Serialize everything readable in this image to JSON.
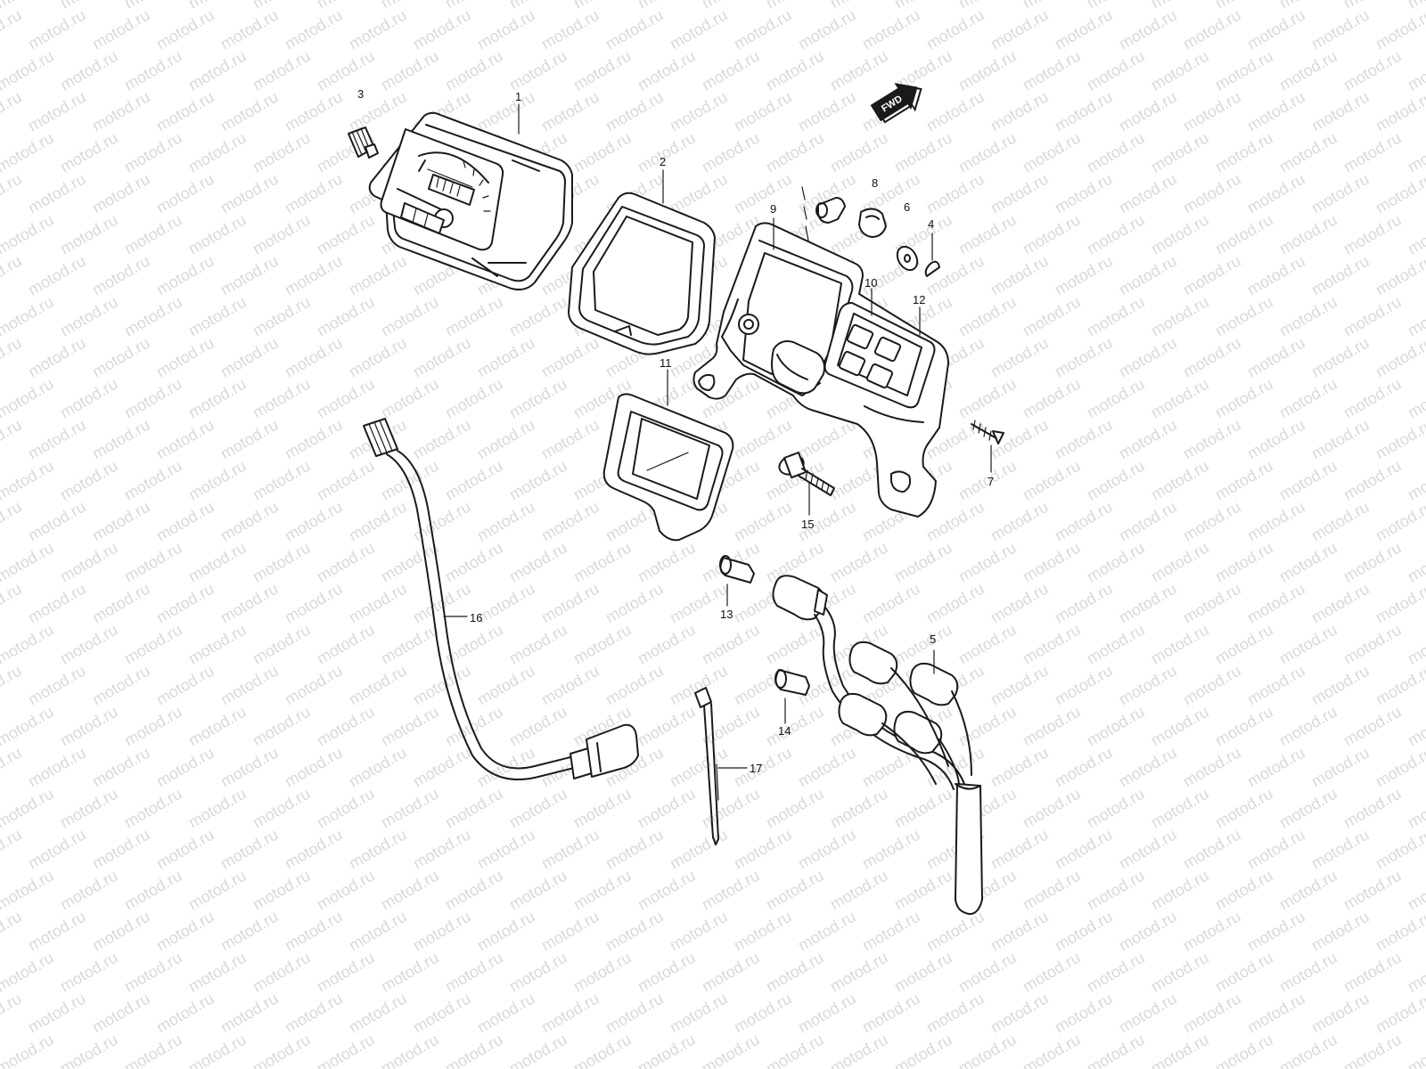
{
  "watermark": {
    "text": "motod.ru",
    "color": "#d9d9d9"
  },
  "direction_badge": {
    "text": "FWD"
  },
  "callouts": [
    {
      "id": "1",
      "text": "1",
      "part": "speedometer-assembly"
    },
    {
      "id": "2",
      "text": "2",
      "part": "meter-cover"
    },
    {
      "id": "3",
      "text": "3",
      "part": "cable-nut"
    },
    {
      "id": "4",
      "text": "4",
      "part": "clip"
    },
    {
      "id": "5",
      "text": "5",
      "part": "lamp-harness"
    },
    {
      "id": "6",
      "text": "6",
      "part": "washer"
    },
    {
      "id": "7",
      "text": "7",
      "part": "screw"
    },
    {
      "id": "8",
      "text": "8",
      "part": "cushion"
    },
    {
      "id": "9",
      "text": "9",
      "part": "meter-case"
    },
    {
      "id": "10",
      "text": "10",
      "part": "indicator-window"
    },
    {
      "id": "11",
      "text": "11",
      "part": "indicator-lens"
    },
    {
      "id": "12",
      "text": "12",
      "part": "lens-gasket"
    },
    {
      "id": "13",
      "text": "13",
      "part": "bulb"
    },
    {
      "id": "14",
      "text": "14",
      "part": "bulb"
    },
    {
      "id": "15",
      "text": "15",
      "part": "bolt"
    },
    {
      "id": "16",
      "text": "16",
      "part": "speedometer-cable"
    },
    {
      "id": "17",
      "text": "17",
      "part": "cable-tie"
    }
  ]
}
